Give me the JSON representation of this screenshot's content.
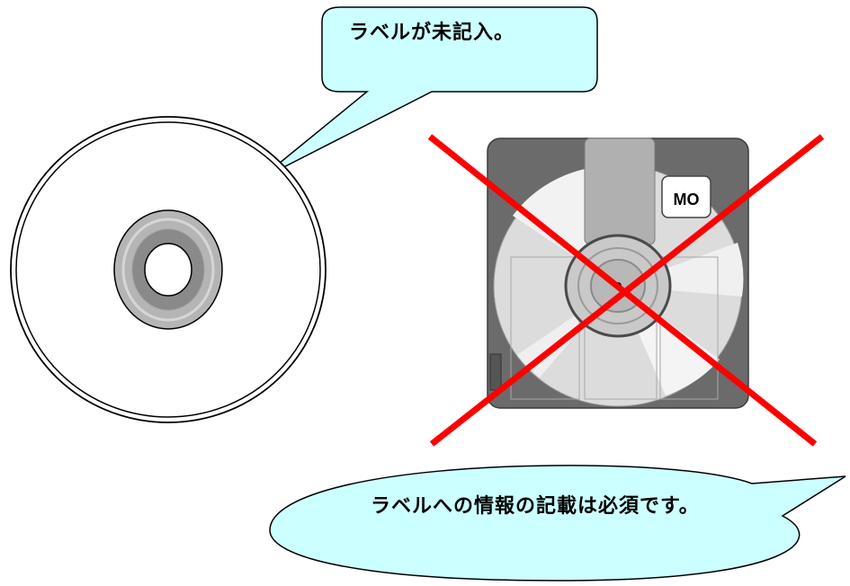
{
  "callouts": {
    "top": "ラベルが未記入。",
    "bottom": "ラベルへの情報の記載は必須です。"
  },
  "mo_disk": {
    "badge": "MO"
  },
  "colors": {
    "callout_fill": "#ccffff",
    "cross": "#ff0000",
    "mo_body": "#6b6b6b"
  }
}
